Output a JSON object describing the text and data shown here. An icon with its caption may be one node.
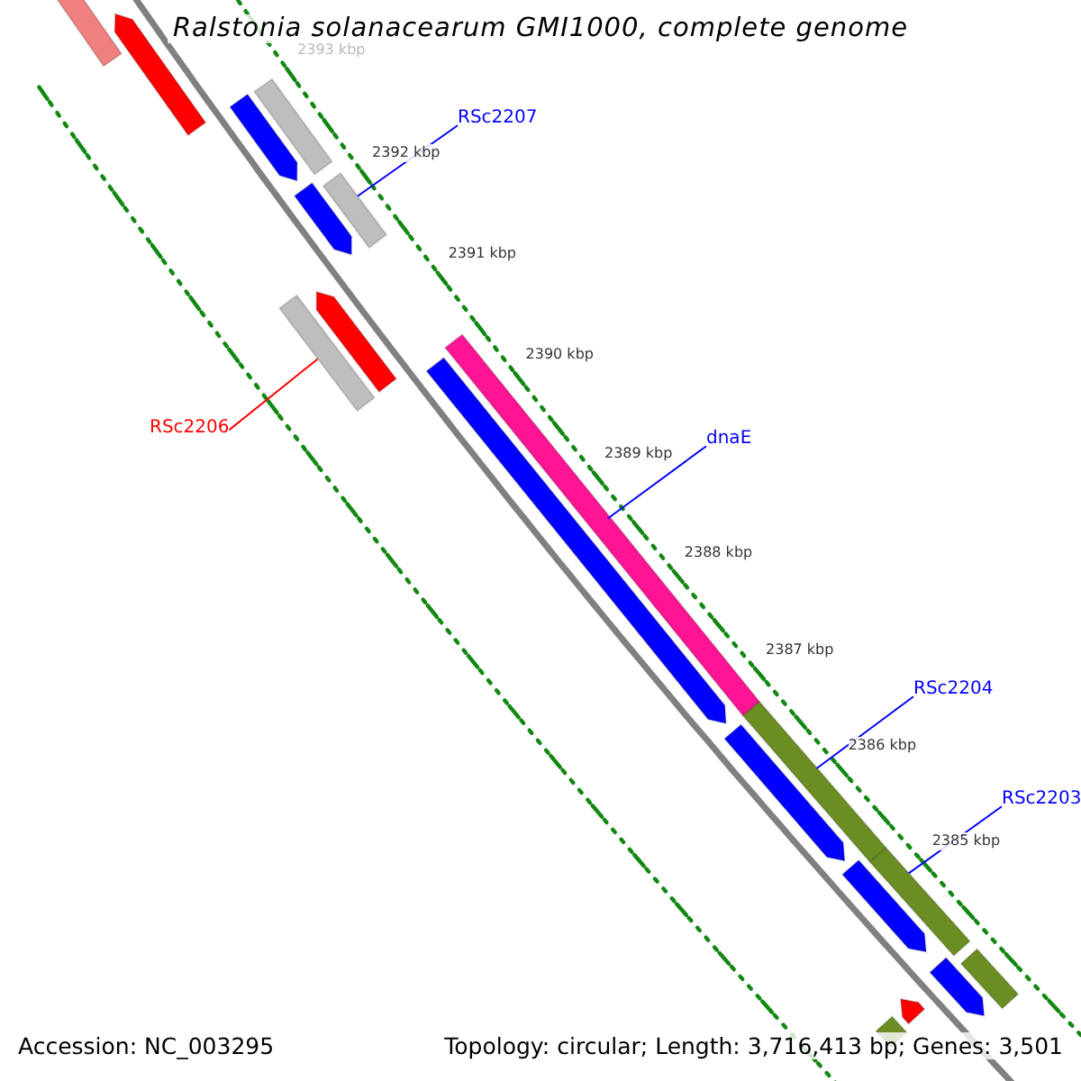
{
  "diagram": {
    "title": "Ralstonia solanacearum GMI1000, complete genome",
    "nodes": [
      {
        "text": [
          "RSc2207"
        ]
      },
      {
        "text": [],
        "shape": "bar"
      },
      {
        "text": [
          "RSc2206"
        ]
      },
      {
        "text": [],
        "shape": "bar"
      },
      {
        "text": [
          "dnaE"
        ]
      },
      {
        "text": [],
        "shape": "bar"
      },
      {
        "text": [
          "RSc2204"
        ]
      },
      {
        "text": [],
        "shape": "bar"
      },
      {
        "text": [
          "RSc2203"
        ]
      },
      {
        "text": [],
        "shape": "bar"
      },
      {
        "text": [],
        "shape": "arrow"
      },
      {
        "text": [],
        "shape": "arrow"
      },
      {
        "text": [],
        "shape": "arrow"
      },
      {
        "text": [],
        "shape": "bar"
      },
      {
        "text": [],
        "shape": "arrow"
      },
      {
        "text": [],
        "shape": "arrow"
      },
      {
        "text": [],
        "shape": "arrow"
      },
      {
        "text": [],
        "shape": "arrow"
      },
      {
        "text": [],
        "shape": "arrow"
      },
      {
        "text": [],
        "shape": "arrow"
      },
      {
        "text": [],
        "shape": "bar"
      },
      {
        "text": [],
        "shape": "arrow"
      },
      {
        "text": [],
        "shape": "bar"
      }
    ],
    "edges": [
      {
        "from": 0,
        "to": 1,
        "arrow": "none"
      },
      {
        "from": 2,
        "to": 3,
        "arrow": "none",
        "color": "#ff0000"
      },
      {
        "from": 4,
        "to": 5,
        "arrow": "none"
      },
      {
        "from": 6,
        "to": 7,
        "arrow": "none"
      },
      {
        "from": 8,
        "to": 9,
        "arrow": "none"
      }
    ],
    "labels": [
      "2393 kbp",
      "2392 kbp",
      "2391 kbp",
      "2390 kbp",
      "2389 kbp",
      "2388 kbp",
      "2387 kbp",
      "2386 kbp",
      "2385 kbp",
      "Accession: NC_003295",
      "Topology: circular; Length: 3,716,413 bp; Genes: 3,501"
    ]
  }
}
